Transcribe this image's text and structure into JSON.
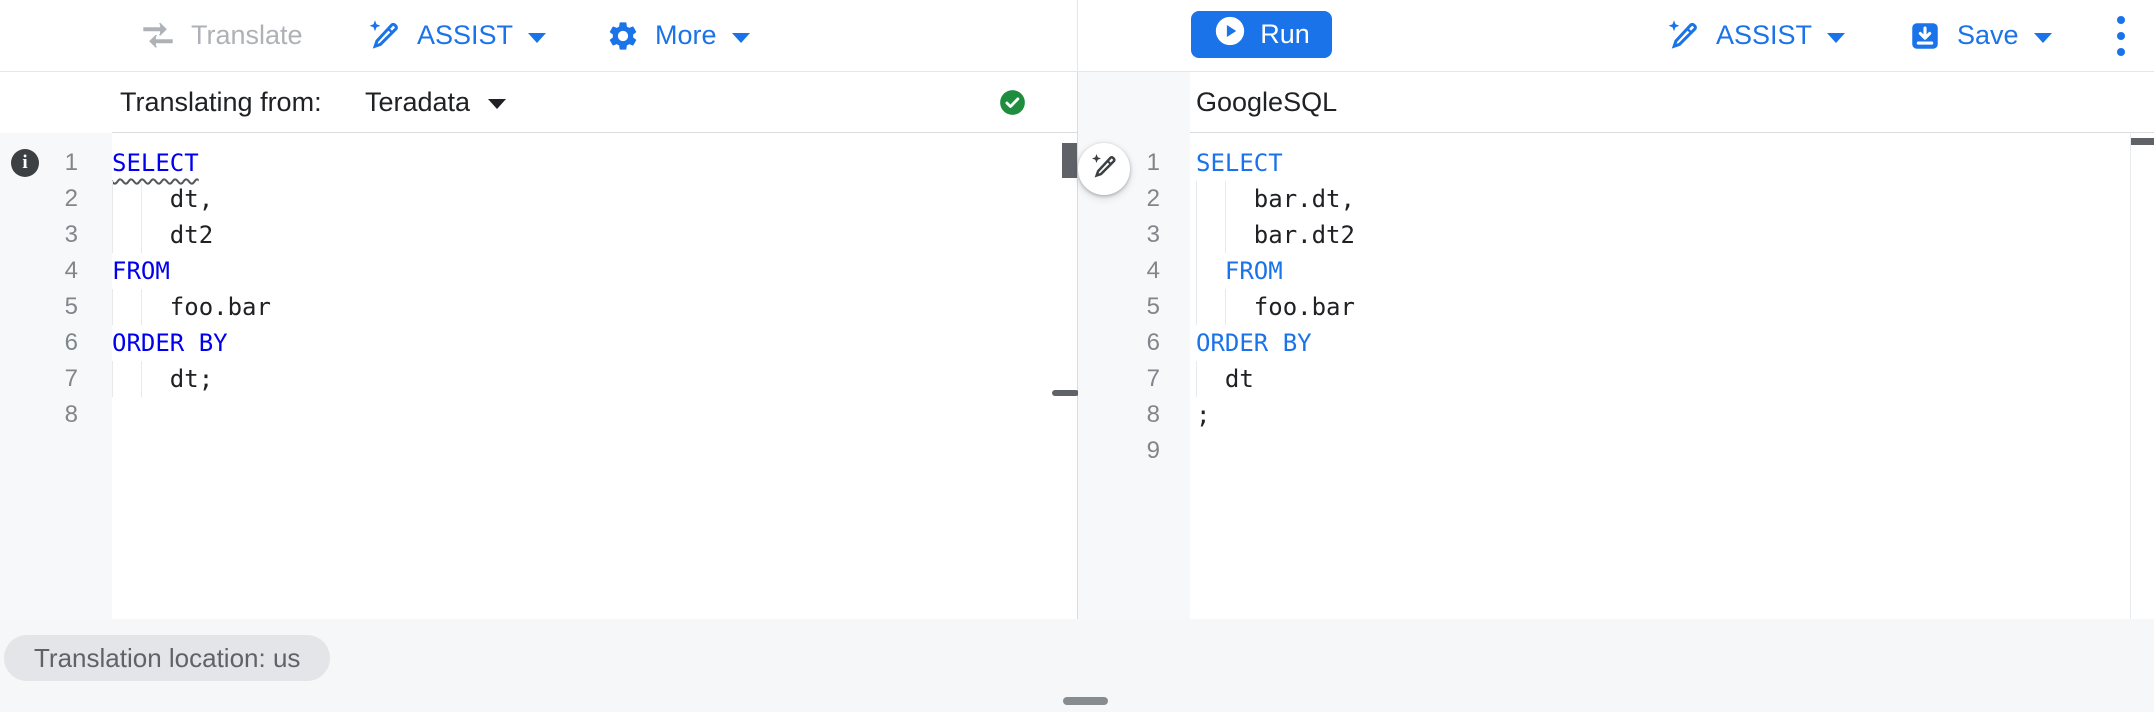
{
  "toolbar": {
    "translate_label": "Translate",
    "assist_label": "ASSIST",
    "more_label": "More",
    "run_label": "Run",
    "assist_right_label": "ASSIST",
    "save_label": "Save"
  },
  "left_panel": {
    "header_label": "Translating from:",
    "source_dialect": "Teradata",
    "editor": {
      "lines": [
        {
          "n": 1,
          "parts": [
            {
              "t": "SELECT",
              "k": "kw",
              "u": true
            }
          ]
        },
        {
          "n": 2,
          "parts": [
            {
              "t": "    dt,",
              "k": "tx"
            }
          ]
        },
        {
          "n": 3,
          "parts": [
            {
              "t": "    dt2",
              "k": "tx"
            }
          ]
        },
        {
          "n": 4,
          "parts": [
            {
              "t": "FROM",
              "k": "kw"
            }
          ]
        },
        {
          "n": 5,
          "parts": [
            {
              "t": "    foo.bar",
              "k": "tx"
            }
          ]
        },
        {
          "n": 6,
          "parts": [
            {
              "t": "ORDER BY",
              "k": "kw"
            }
          ]
        },
        {
          "n": 7,
          "parts": [
            {
              "t": "    dt;",
              "k": "tx"
            }
          ]
        },
        {
          "n": 8,
          "parts": []
        }
      ]
    }
  },
  "right_panel": {
    "title": "GoogleSQL",
    "editor": {
      "lines": [
        {
          "n": 1,
          "parts": [
            {
              "t": "SELECT",
              "k": "kw"
            }
          ]
        },
        {
          "n": 2,
          "parts": [
            {
              "t": "    bar.dt,",
              "k": "tx"
            }
          ]
        },
        {
          "n": 3,
          "parts": [
            {
              "t": "    bar.dt2",
              "k": "tx"
            }
          ]
        },
        {
          "n": 4,
          "parts": [
            {
              "t": "  ",
              "k": "tx"
            },
            {
              "t": "FROM",
              "k": "kw"
            }
          ]
        },
        {
          "n": 5,
          "parts": [
            {
              "t": "    foo.bar",
              "k": "tx"
            }
          ]
        },
        {
          "n": 6,
          "parts": [
            {
              "t": "ORDER BY",
              "k": "kw"
            }
          ]
        },
        {
          "n": 7,
          "parts": [
            {
              "t": "  dt",
              "k": "tx"
            }
          ]
        },
        {
          "n": 8,
          "parts": [
            {
              "t": ";",
              "k": "tx"
            }
          ]
        },
        {
          "n": 9,
          "parts": []
        }
      ]
    }
  },
  "footer": {
    "location_chip": "Translation location: us"
  },
  "icons": {
    "translate": "compare-arrows-icon",
    "assist": "pen-spark-icon",
    "more": "gear-icon",
    "run": "play-circle-icon",
    "save": "save-box-icon",
    "overflow_menu": "kebab-vertical-icon",
    "source_ok": "check-circle-icon",
    "line_1_marker": "info-circle-icon",
    "floating_action": "pen-spark-icon"
  },
  "colors": {
    "accent": "#1a73e8",
    "success": "#1e8e3e",
    "keyword_source": "#0000ee",
    "keyword_target": "#1a73e8",
    "disabled_text": "#aeb2b7",
    "gutter_bg": "#f7f8f9",
    "chip_bg": "#e3e5e8"
  }
}
